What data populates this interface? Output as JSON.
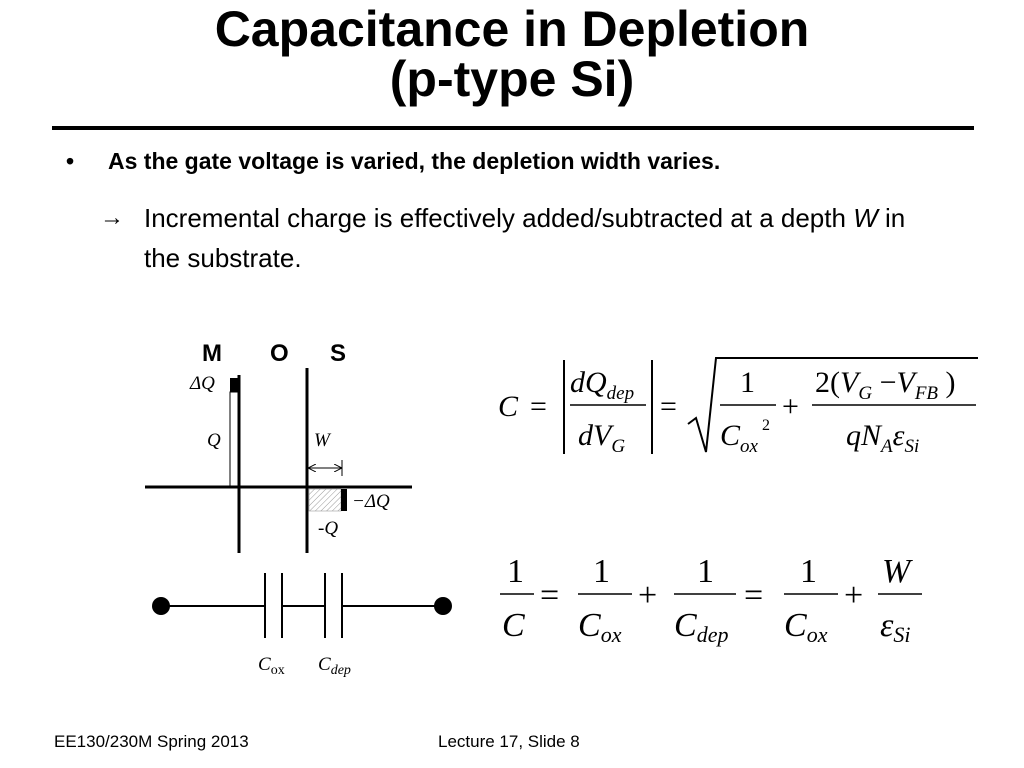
{
  "slide": {
    "title_line1": "Capacitance in Depletion",
    "title_line2": "(p-type Si)",
    "bullet": {
      "marker": "•",
      "text": "As the gate voltage is varied, the depletion width varies."
    },
    "sub_bullet": {
      "marker": "→",
      "text_before": "Incremental charge is effectively added/subtracted at a depth ",
      "text_italic": "W",
      "text_after": " in the substrate."
    },
    "footer_left": "EE130/230M Spring 2013",
    "footer_center": "Lecture 17, Slide 8"
  },
  "diagram": {
    "labels": {
      "M": "M",
      "O": "O",
      "S": "S",
      "delta_q_top": "ΔQ",
      "q": "Q",
      "w": "W",
      "neg_delta_q": "−ΔQ",
      "neg_q": "-Q",
      "cox_main": "C",
      "cox_sub": "ox",
      "cdep_main": "C",
      "cdep_sub": "dep"
    }
  },
  "equations": {
    "eq1": {
      "lhs": "C",
      "eq": "=",
      "num_d": "d",
      "num_q": "Q",
      "num_sub": "dep",
      "den_d": "d",
      "den_v": "V",
      "den_sub": "G",
      "eq2": "=",
      "one": "1",
      "cox_c": "C",
      "cox_sub": "ox",
      "cox_pow": "2",
      "plus": "+",
      "num2": "2(",
      "vg_v": "V",
      "vg_sub": "G",
      "minus": " −",
      "vfb_v": "V",
      "vfb_sub": "FB",
      "close": " )",
      "den2_q": "q",
      "den2_n": "N",
      "den2_nsub": "A",
      "den2_eps": "ε",
      "den2_epssub": "Si"
    },
    "eq2": {
      "one_a": "1",
      "c": "C",
      "eq_a": "=",
      "one_b": "1",
      "cox_c": "C",
      "cox_sub": "ox",
      "plus_a": "+",
      "one_c": "1",
      "cdep_c": "C",
      "cdep_sub": "dep",
      "eq_b": "=",
      "one_d": "1",
      "cox2_c": "C",
      "cox2_sub": "ox",
      "plus_b": "+",
      "w": "W",
      "eps": "ε",
      "eps_sub": "Si"
    }
  }
}
